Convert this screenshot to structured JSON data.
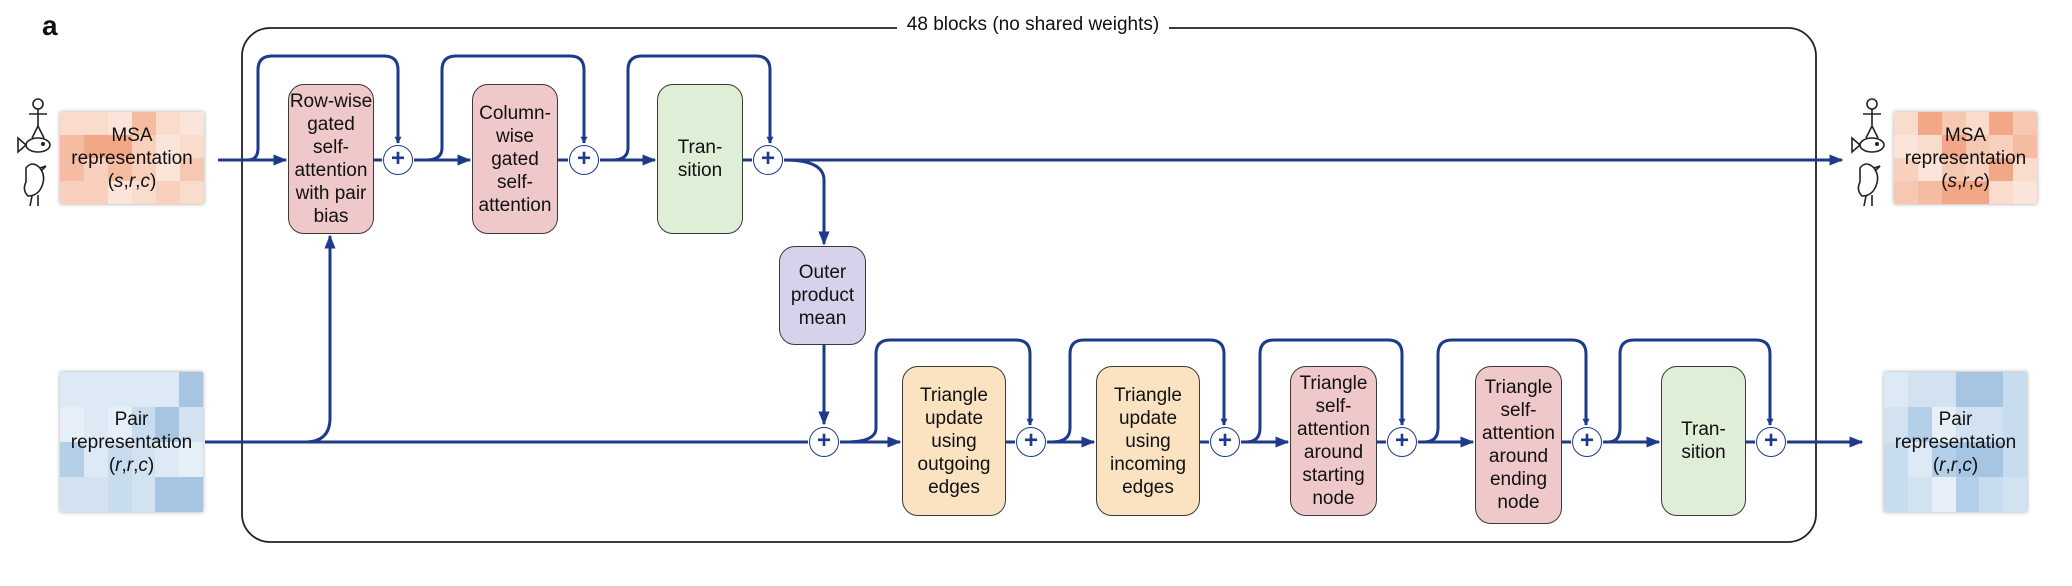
{
  "panel_label": "a",
  "frame_title": "48 blocks (no shared weights)",
  "msa_input": {
    "lines": [
      "MSA",
      "representation",
      "(s,r,c)"
    ]
  },
  "pair_input": {
    "lines": [
      "Pair",
      "representation",
      "(r,r,c)"
    ]
  },
  "msa_output": {
    "lines": [
      "MSA",
      "representation",
      "(s,r,c)"
    ]
  },
  "pair_output": {
    "lines": [
      "Pair",
      "representation",
      "(r,r,c)"
    ]
  },
  "msa_blocks": [
    {
      "lines": [
        "Row-wise",
        "gated",
        "self-",
        "attention",
        "with pair",
        "bias"
      ]
    },
    {
      "lines": [
        "Column-",
        "wise",
        "gated",
        "self-",
        "attention"
      ]
    },
    {
      "lines": [
        "Tran-",
        "sition"
      ]
    }
  ],
  "outer_product": {
    "lines": [
      "Outer",
      "product",
      "mean"
    ]
  },
  "pair_blocks": [
    {
      "lines": [
        "Triangle",
        "update",
        "using",
        "outgoing",
        "edges"
      ]
    },
    {
      "lines": [
        "Triangle",
        "update",
        "using",
        "incoming",
        "edges"
      ]
    },
    {
      "lines": [
        "Triangle",
        "self-",
        "attention",
        "around",
        "starting",
        "node"
      ]
    },
    {
      "lines": [
        "Triangle",
        "self-",
        "attention",
        "around",
        "ending",
        "node"
      ]
    },
    {
      "lines": [
        "Tran-",
        "sition"
      ]
    }
  ],
  "plus_symbol": "+",
  "colors": {
    "arrow": "#1e3a8a",
    "pink": "#efc8c9",
    "green": "#dfeed6",
    "purple": "#d7d1eb",
    "peach": "#fbe3c2"
  },
  "icons": [
    "human-icon",
    "fish-icon",
    "bird-icon"
  ]
}
